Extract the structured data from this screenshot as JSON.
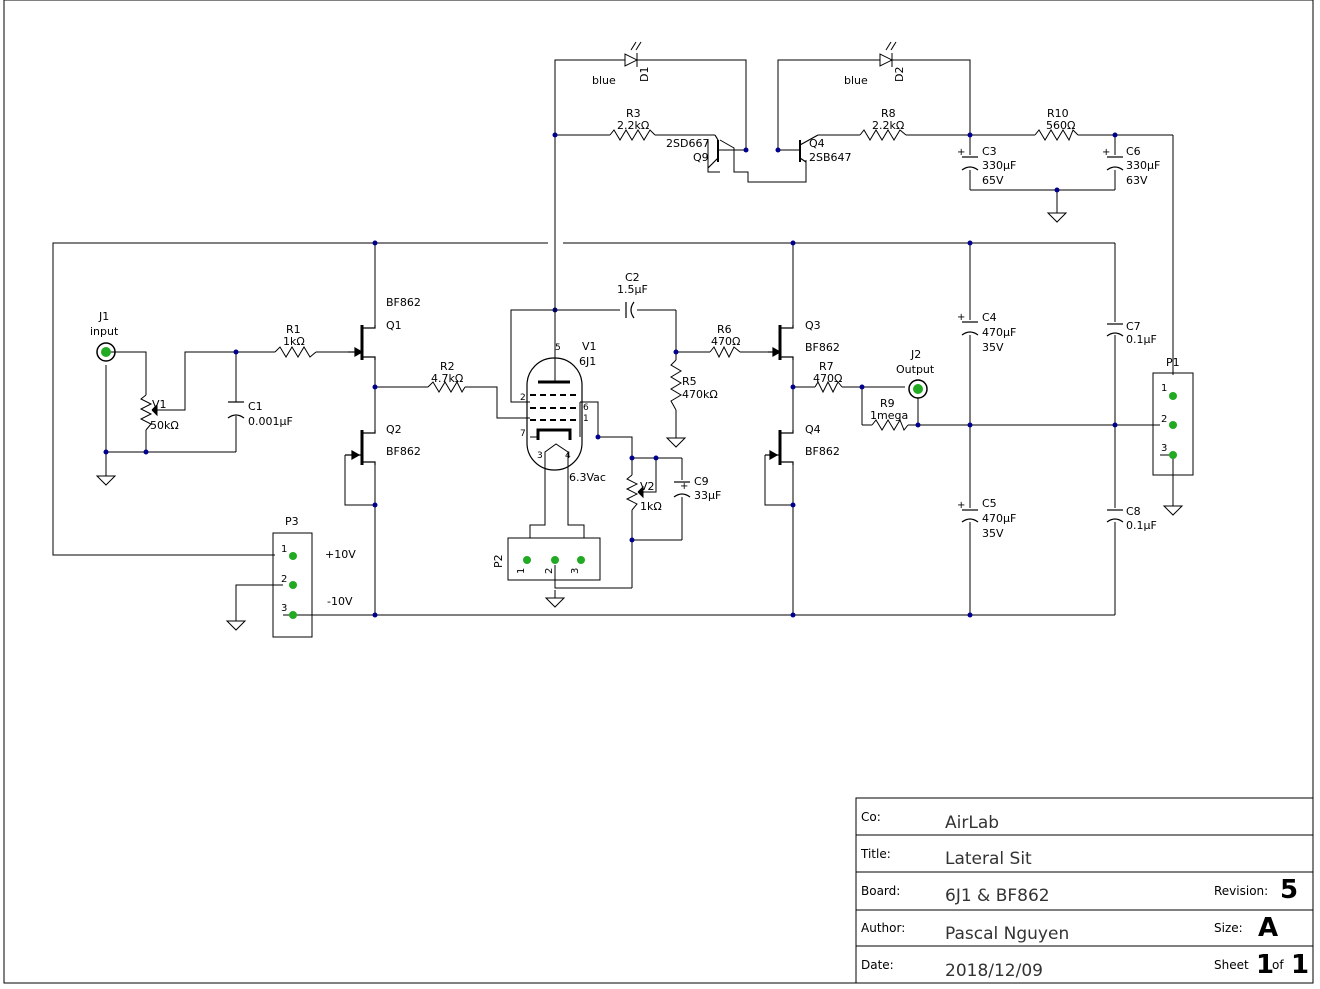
{
  "refs": {
    "J1": "J1",
    "J2": "J2",
    "P1": "P1",
    "P2": "P2",
    "P3": "P3",
    "R1": "R1",
    "R2": "R2",
    "R3": "R3",
    "R5": "R5",
    "R6": "R6",
    "R7": "R7",
    "R8": "R8",
    "R9": "R9",
    "R10": "R10",
    "C1": "C1",
    "C2": "C2",
    "C3": "C3",
    "C4": "C4",
    "C5": "C5",
    "C6": "C6",
    "C7": "C7",
    "C8": "C8",
    "C9": "C9",
    "Q1": "Q1",
    "Q2": "Q2",
    "Q3": "Q3",
    "Q4a": "Q4",
    "Q4b": "Q4",
    "Q9": "Q9",
    "V1": "V1",
    "V1_pot": "V1",
    "V2": "V2",
    "D1": "D1",
    "D2": "D2"
  },
  "values": {
    "J1": "input",
    "J2": "Output",
    "R1": "1kΩ",
    "R2": "4.7kΩ",
    "R3": "2.2kΩ",
    "R5": "470kΩ",
    "R6": "470Ω",
    "R7": "470Ω",
    "R8": "2.2kΩ",
    "R9": "1mega",
    "R10": "560Ω",
    "C1": "0.001μF",
    "C2": "1.5μF",
    "C3a": "330μF",
    "C3b": "65V",
    "C4a": "470μF",
    "C4b": "35V",
    "C5a": "470μF",
    "C5b": "35V",
    "C6a": "330μF",
    "C6b": "63V",
    "C7": "0.1μF",
    "C8": "0.1μF",
    "C9": "33μF",
    "Q1": "BF862",
    "Q2": "BF862",
    "Q3": "BF862",
    "Q4": "BF862",
    "Q9": "2SD667",
    "Q4b": "2SB647",
    "V1": "6J1",
    "V1_pot": "50kΩ",
    "V2": "1kΩ",
    "heater": "6.3Vac",
    "D1": "blue",
    "D2": "blue",
    "P3_pos": "+10V",
    "P3_neg": "-10V"
  },
  "pins": {
    "tube_5": "5",
    "tube_2": "2",
    "tube_7": "7",
    "tube_3": "3",
    "tube_4": "4",
    "tube_6": "6",
    "tube_1": "1",
    "p1_1": "1",
    "p1_2": "2",
    "p1_3": "3",
    "p2_1": "1",
    "p2_2": "2",
    "p2_3": "3",
    "p3_1": "1",
    "p3_2": "2",
    "p3_3": "3"
  },
  "title_block": {
    "co_label": "Co:",
    "co": "AirLab",
    "title_label": "Title:",
    "title": "Lateral Sit",
    "board_label": "Board:",
    "board": "6J1 & BF862",
    "revision_label": "Revision:",
    "revision": "5",
    "author_label": "Author:",
    "author": "Pascal Nguyen",
    "size_label": "Size:",
    "size": "A",
    "date_label": "Date:",
    "date": "2018/12/09",
    "sheet_label": "Sheet",
    "sheet": "1",
    "of_label": "of",
    "of": "1"
  }
}
